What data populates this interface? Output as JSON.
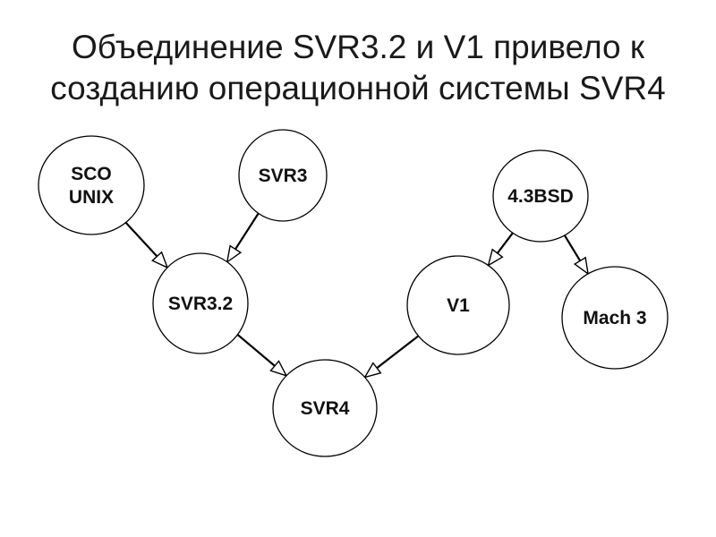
{
  "title": {
    "line1": "Объединение SVR3.2 и V1 привело к",
    "line2": "созданию операционной системы SVR4"
  },
  "nodes": [
    {
      "id": "sco-unix",
      "lines": [
        "SCO",
        "UNIX"
      ]
    },
    {
      "id": "svr3",
      "lines": [
        "SVR3"
      ]
    },
    {
      "id": "bsd43",
      "lines": [
        "4.3BSD"
      ]
    },
    {
      "id": "svr32",
      "lines": [
        "SVR3.2"
      ]
    },
    {
      "id": "v1",
      "lines": [
        "V1"
      ]
    },
    {
      "id": "mach3",
      "lines": [
        "Mach 3"
      ]
    },
    {
      "id": "svr4",
      "lines": [
        "SVR4"
      ]
    }
  ],
  "edges": [
    {
      "from": "sco-unix",
      "to": "svr32"
    },
    {
      "from": "svr3",
      "to": "svr32"
    },
    {
      "from": "svr32",
      "to": "svr4"
    },
    {
      "from": "v1",
      "to": "svr4"
    },
    {
      "from": "bsd43",
      "to": "v1"
    },
    {
      "from": "bsd43",
      "to": "mach3"
    }
  ]
}
